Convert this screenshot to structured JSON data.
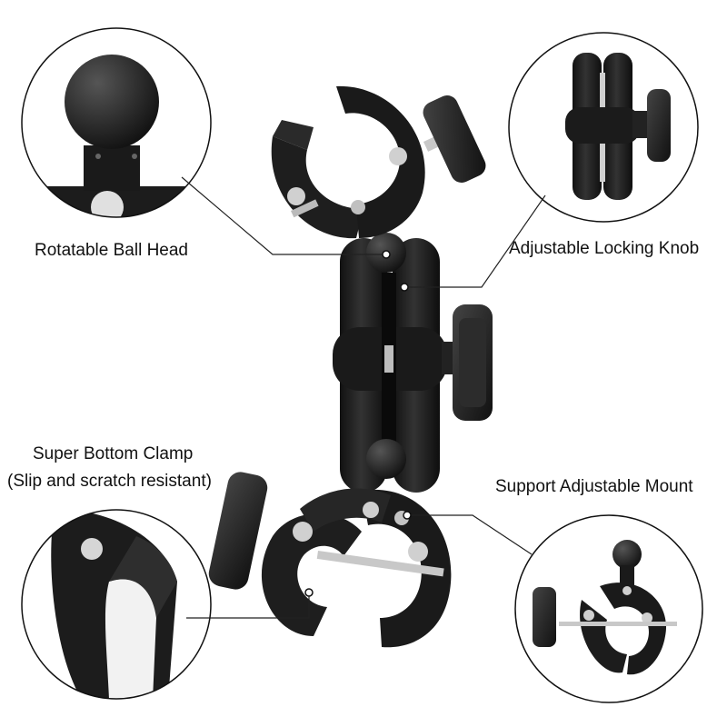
{
  "labels": {
    "ball_head": "Rotatable Ball Head",
    "locking_knob": "Adjustable Locking Knob",
    "bottom_clamp_line1": "Super Bottom Clamp",
    "bottom_clamp_line2": "(Slip and scratch resistant)",
    "adjustable_mount": "Support  Adjustable Mount"
  },
  "colors": {
    "background": "#ffffff",
    "product": "#1e1e1e",
    "product_highlight": "#3a3a3a",
    "metal": "#c8c8c8",
    "callout_line": "#222222",
    "circle_border": "#111111"
  }
}
